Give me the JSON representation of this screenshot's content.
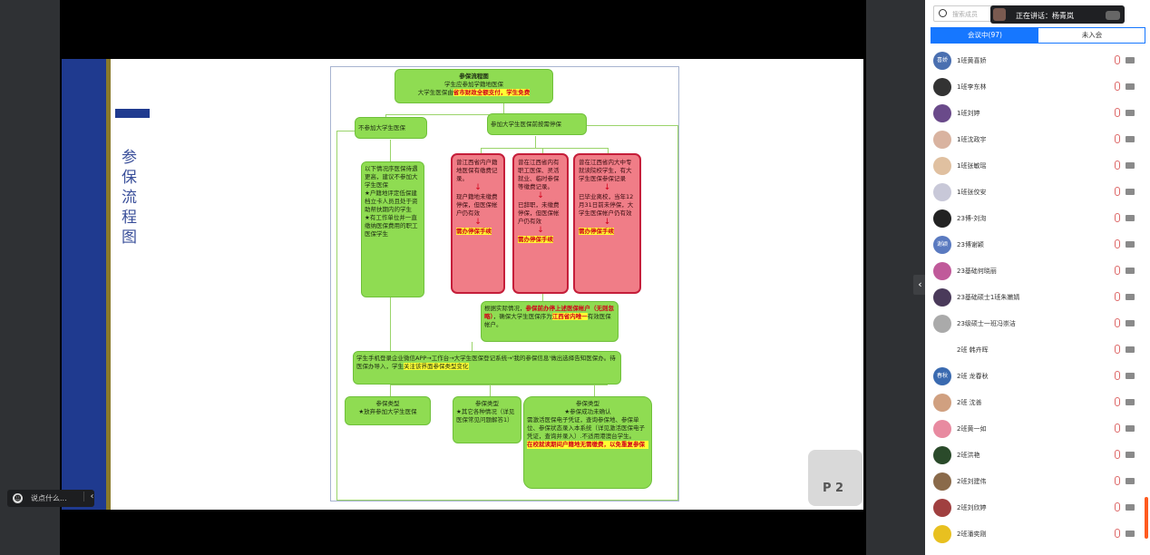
{
  "slide": {
    "title": "参保流程图",
    "page_badge": "P 2"
  },
  "flowchart": {
    "top": {
      "title": "参保流程图",
      "line1": "学生应参加学籍地医保",
      "line2a": "大学生医保由",
      "line2b": "省市财政全额支付，学生免费"
    },
    "no_join": "不参加大学生医保",
    "join": "参加大学生医保前按需停保",
    "no_join_detail": "以下情况序医保待遇更高，建议不参加大学生医保\n★户籍地评定低保建档立卡人员且处于资助帮扶期内的学生\n★有工作单位并一直缴纳医保费用的职工医保学生",
    "red1_a": "曾江西省内户籍地医保有缴费记录。",
    "red1_b": "现户籍地未缴费停保，但医保帐户仍有效",
    "red2_a": "曾在江西省内有职工医保、灵活就业、临时参保等缴费记录。",
    "red2_b": "已辞职，未缴费停保，但医保帐户仍有效",
    "red3_a": "曾在江西省内大中专就读院校学生，有大学生医保参保记录",
    "red3_b": "已毕业离校，当年12月31日前未停保，大学生医保帐户仍有效",
    "red_action": "需办停保手续",
    "arrow": "↓",
    "merge_a": "根据实际情况，",
    "merge_b": "参保前办停上述医保帐户（无则忽略）",
    "merge_c": "，确保大学生医保序为",
    "merge_d": "江西省内唯一",
    "merge_e": "有效医保帐户。",
    "app_a": "学生手机登录企业微信APP→工作台→大学生医保登记系统→'我的参保信息'做出选择告知医保办。待医保办导入，学生",
    "app_b": "关注该界面参保类型变化",
    "type1_title": "参保类型",
    "type1_body": "★放弃参加大学生医保",
    "type2_title": "参保类型",
    "type2_body": "★其它各种情况（详见医保常见问题解答1）",
    "type3_title": "参保类型",
    "type3_sub": "★参保成功未确认",
    "type3_body": "需激活医保电子凭证，查询参保地、参保单位、参保状态录入本系统（详见激活医保电子凭证，查询并录入）.不适用港澳台学生。",
    "type3_hl": "在校就读期间户籍地无需缴费，以免重复参保"
  },
  "comment": {
    "placeholder": "说点什么...",
    "chevron": "‹"
  },
  "toggle": {
    "chevron": "‹"
  },
  "panel": {
    "search_placeholder": "搜索成员",
    "speaker_label": "正在讲话：杨青岚",
    "tab_in": "会议中(97)",
    "tab_out": "未入会",
    "participants": [
      {
        "name": "1班黄喜娇",
        "avatar_text": "喜娇",
        "color": "#4a6fb0"
      },
      {
        "name": "1班李东林",
        "avatar_text": "",
        "color": "#333"
      },
      {
        "name": "1班刘婷",
        "avatar_text": "",
        "color": "#6a4a8a"
      },
      {
        "name": "1班沈政宇",
        "avatar_text": "",
        "color": "#d9b3a0"
      },
      {
        "name": "1班张敏瑶",
        "avatar_text": "",
        "color": "#e0c0a0"
      },
      {
        "name": "1班张佼安",
        "avatar_text": "",
        "color": "#c8c8d8"
      },
      {
        "name": "23博-刘洵",
        "avatar_text": "",
        "color": "#222"
      },
      {
        "name": "23博谢颖",
        "avatar_text": "谢颖",
        "color": "#5a7ac0"
      },
      {
        "name": "23基础何晓丽",
        "avatar_text": "",
        "color": "#c05a9a"
      },
      {
        "name": "23基础硕士1班朱嫩婧",
        "avatar_text": "",
        "color": "#4a3a5a"
      },
      {
        "name": "23级硕士一班冯崇洁",
        "avatar_text": "",
        "color": "#aaa"
      },
      {
        "name": "2班 韩卉晖",
        "avatar_text": "",
        "color": "#fff"
      },
      {
        "name": "2班 龙春秋",
        "avatar_text": "春秋",
        "color": "#3a6ab0"
      },
      {
        "name": "2班 沈善",
        "avatar_text": "",
        "color": "#d0a080"
      },
      {
        "name": "2班黄一如",
        "avatar_text": "",
        "color": "#e88aa0"
      },
      {
        "name": "2班洪艳",
        "avatar_text": "",
        "color": "#2a4a2a"
      },
      {
        "name": "2班刘建伟",
        "avatar_text": "",
        "color": "#8a6a4a"
      },
      {
        "name": "2班刘欣婷",
        "avatar_text": "",
        "color": "#a04040"
      },
      {
        "name": "2班潘奕刚",
        "avatar_text": "",
        "color": "#e8c020"
      }
    ]
  }
}
